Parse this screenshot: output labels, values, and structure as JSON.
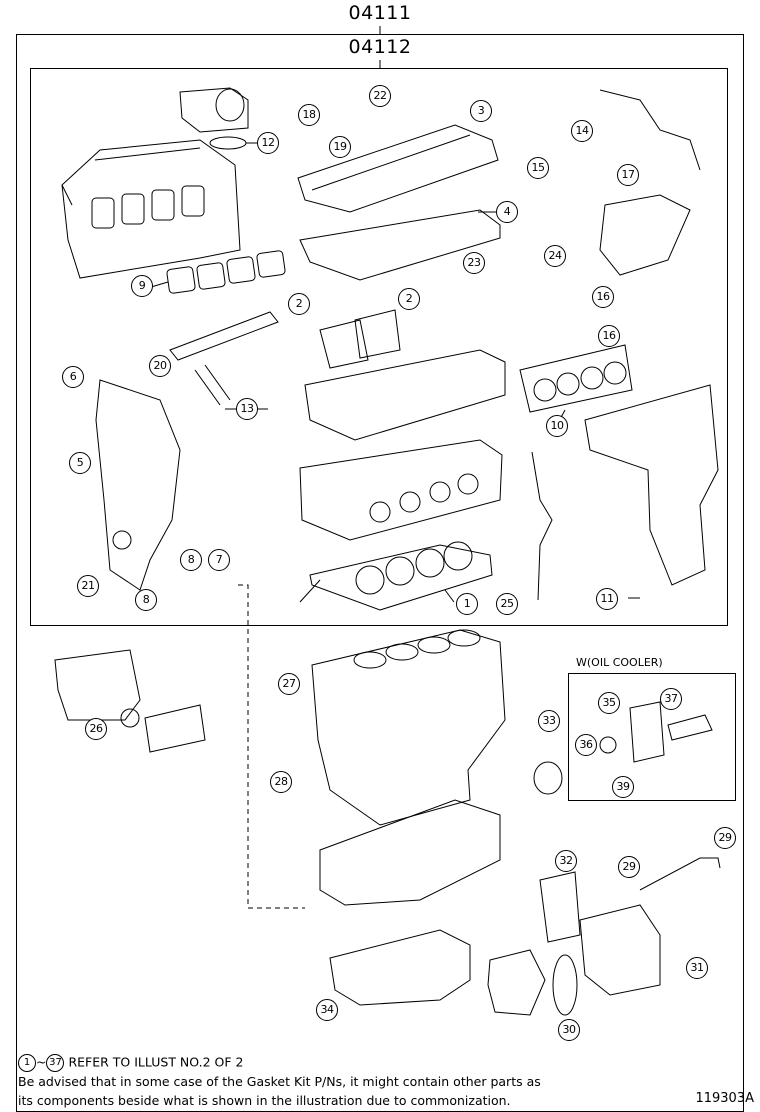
{
  "header": {
    "kit_outer": "04111",
    "kit_inner": "04112"
  },
  "oil_cooler_label": "W(OIL COOLER)",
  "callouts": [
    {
      "id": "c1",
      "label": "1"
    },
    {
      "id": "c2a",
      "label": "2"
    },
    {
      "id": "c2b",
      "label": "2"
    },
    {
      "id": "c3",
      "label": "3"
    },
    {
      "id": "c4",
      "label": "4"
    },
    {
      "id": "c6",
      "label": "6"
    },
    {
      "id": "c5",
      "label": "5"
    },
    {
      "id": "c7",
      "label": "7"
    },
    {
      "id": "c8a",
      "label": "8"
    },
    {
      "id": "c8b",
      "label": "8"
    },
    {
      "id": "c9",
      "label": "9"
    },
    {
      "id": "c10",
      "label": "10"
    },
    {
      "id": "c11",
      "label": "11"
    },
    {
      "id": "c12",
      "label": "12"
    },
    {
      "id": "c13",
      "label": "13"
    },
    {
      "id": "c14",
      "label": "14"
    },
    {
      "id": "c15",
      "label": "15"
    },
    {
      "id": "c16a",
      "label": "16"
    },
    {
      "id": "c16b",
      "label": "16"
    },
    {
      "id": "c17",
      "label": "17"
    },
    {
      "id": "c18",
      "label": "18"
    },
    {
      "id": "c19",
      "label": "19"
    },
    {
      "id": "c20",
      "label": "20"
    },
    {
      "id": "c21",
      "label": "21"
    },
    {
      "id": "c22",
      "label": "22"
    },
    {
      "id": "c23",
      "label": "23"
    },
    {
      "id": "c24",
      "label": "24"
    },
    {
      "id": "c25",
      "label": "25"
    },
    {
      "id": "c26",
      "label": "26"
    },
    {
      "id": "c27",
      "label": "27"
    },
    {
      "id": "c28",
      "label": "28"
    },
    {
      "id": "c29a",
      "label": "29"
    },
    {
      "id": "c29b",
      "label": "29"
    },
    {
      "id": "c30",
      "label": "30"
    },
    {
      "id": "c31",
      "label": "31"
    },
    {
      "id": "c32",
      "label": "32"
    },
    {
      "id": "c33",
      "label": "33"
    },
    {
      "id": "c34",
      "label": "34"
    },
    {
      "id": "c35",
      "label": "35"
    },
    {
      "id": "c36",
      "label": "36"
    },
    {
      "id": "c37",
      "label": "37"
    },
    {
      "id": "c39",
      "label": "39"
    }
  ],
  "footer": {
    "range_start": "1",
    "range_sep": "~",
    "range_end": "37",
    "refer_text": "REFER TO ILLUST NO.2 OF 2",
    "advisory_line1": "Be advised that in some case of the Gasket Kit P/Ns,  it might contain other parts as",
    "advisory_line2": "its components beside what is shown in the illustration due to commonization.",
    "illustration_code": "119303A"
  }
}
